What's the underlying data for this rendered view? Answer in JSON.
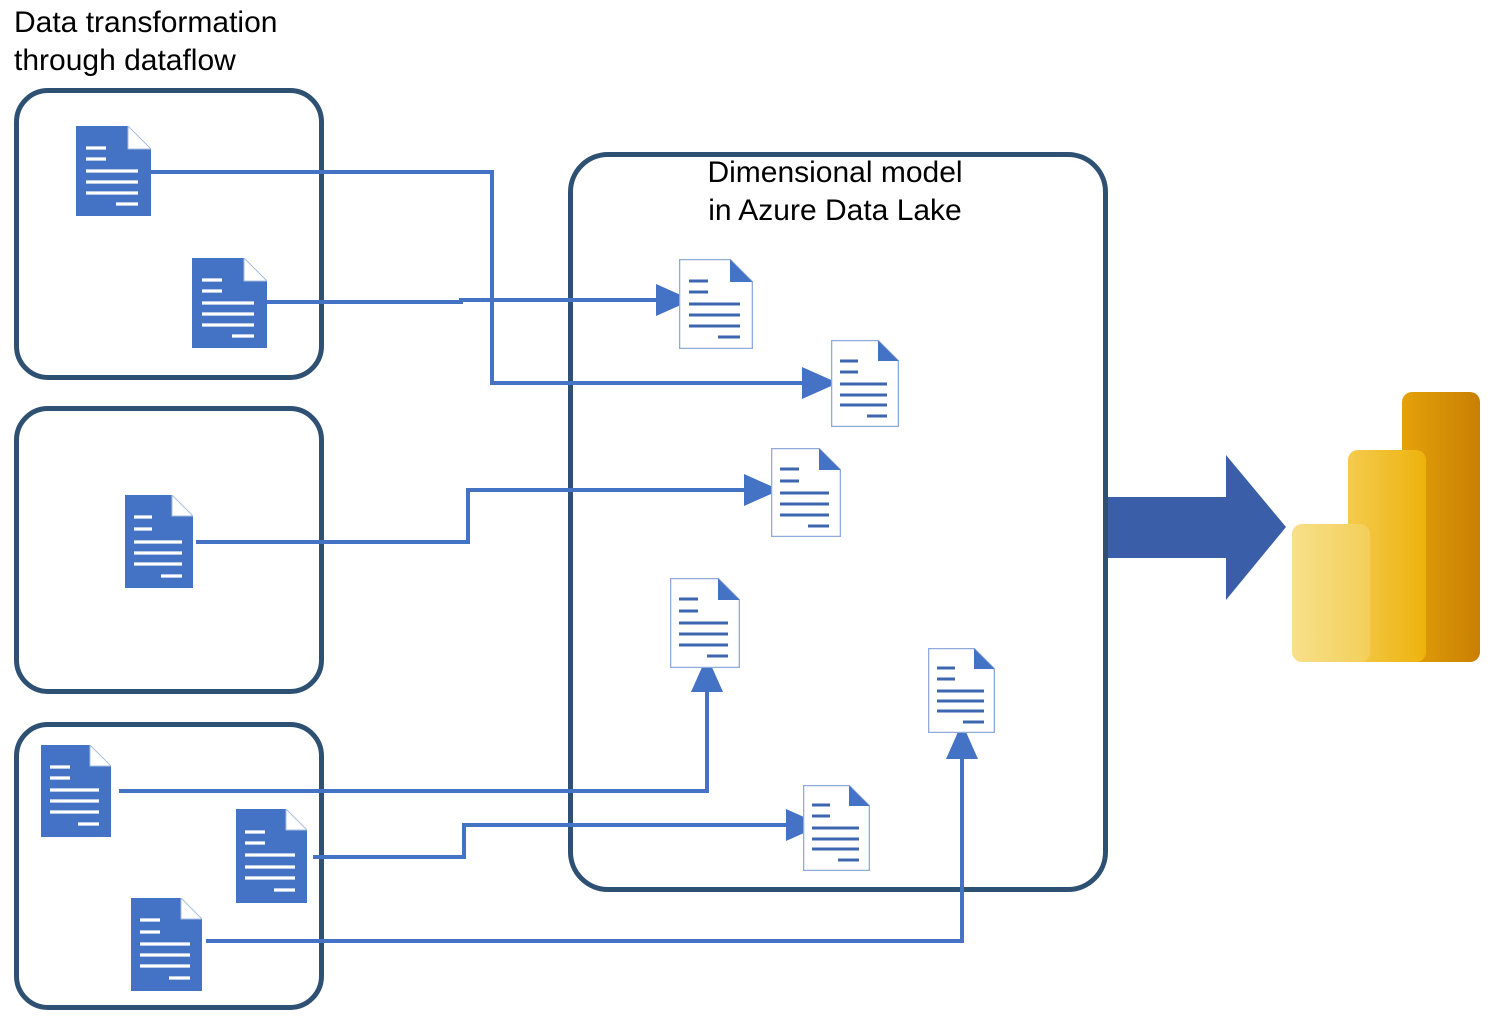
{
  "diagram": {
    "title": "Data transformation\nthrough dataflow",
    "center_title": "Dimensional model\nin Azure Data Lake",
    "colors": {
      "doc_fill_blue": "#4472C4",
      "doc_line_blue": "#3C67AF",
      "box_border_navy": "#2E5073",
      "connector_blue": "#4472C4",
      "outline_doc_border": "#8FAADC",
      "arrow_block_blue": "#3B5EA8",
      "powerbi_light": "#F2C94C",
      "powerbi_mid": "#EEB310",
      "powerbi_dark": "#D79007"
    },
    "source_groups": [
      {
        "name": "source-group-1",
        "document_count": 2,
        "documents": [
          {
            "name": "source-doc-1-a",
            "style": "filled"
          },
          {
            "name": "source-doc-1-b",
            "style": "filled"
          }
        ]
      },
      {
        "name": "source-group-2",
        "document_count": 1,
        "documents": [
          {
            "name": "source-doc-2-a",
            "style": "filled"
          }
        ]
      },
      {
        "name": "source-group-3",
        "document_count": 3,
        "documents": [
          {
            "name": "source-doc-3-a",
            "style": "filled"
          },
          {
            "name": "source-doc-3-b",
            "style": "filled"
          },
          {
            "name": "source-doc-3-c",
            "style": "filled"
          }
        ]
      }
    ],
    "target_documents": [
      {
        "name": "dim-doc-1",
        "style": "outline"
      },
      {
        "name": "dim-doc-2",
        "style": "outline"
      },
      {
        "name": "dim-doc-3",
        "style": "outline"
      },
      {
        "name": "dim-doc-4",
        "style": "outline"
      },
      {
        "name": "dim-doc-5",
        "style": "outline"
      },
      {
        "name": "dim-doc-6",
        "style": "outline"
      }
    ],
    "connector_count": 6,
    "output": {
      "name": "power-bi-logo",
      "bars": 3
    }
  }
}
